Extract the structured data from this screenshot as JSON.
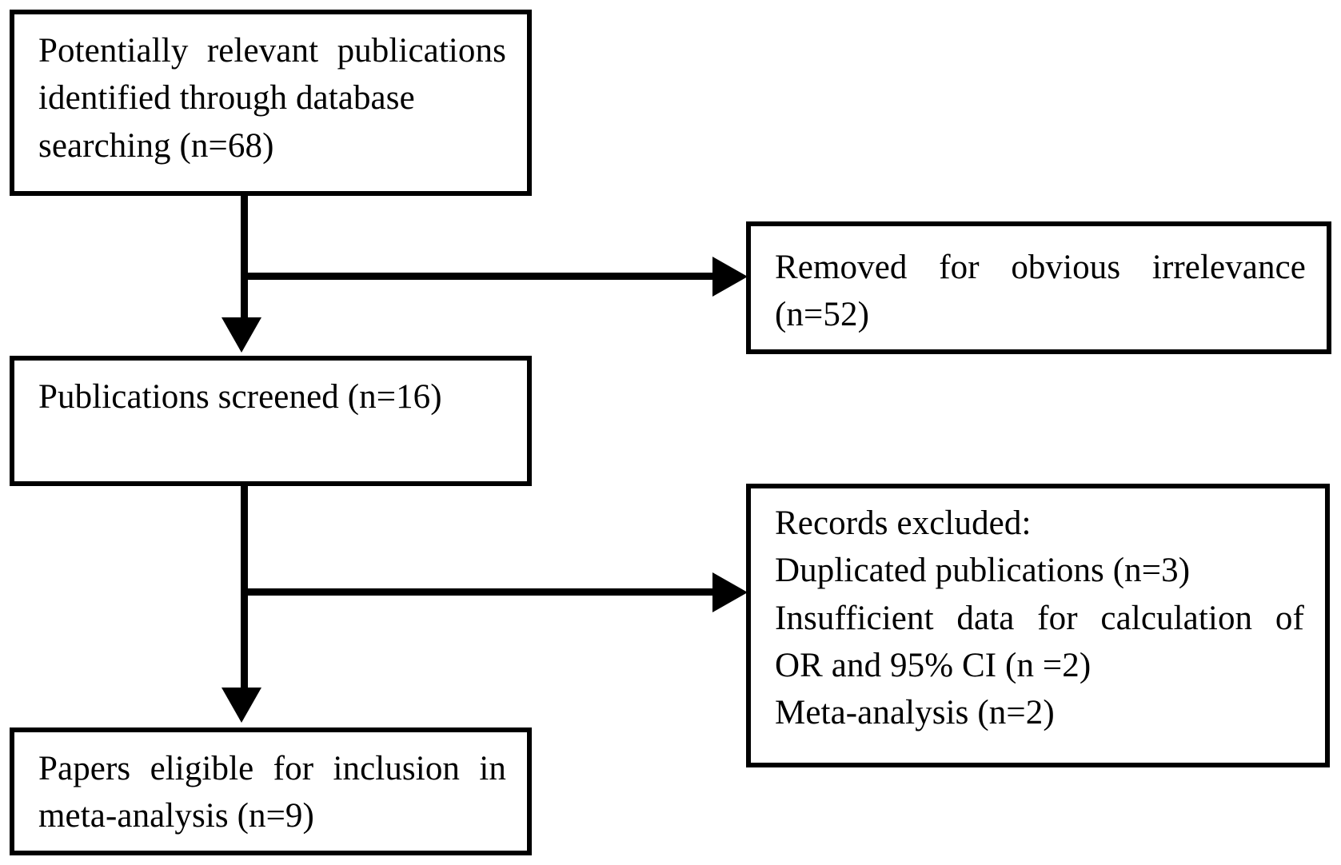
{
  "diagram": {
    "type": "prisma-flow-diagram",
    "title": "",
    "colors": {
      "stroke": "#000000",
      "background": "#ffffff",
      "text": "#000000"
    },
    "boxes": {
      "identified": {
        "id": "identified",
        "lines": [
          "Potentially  relevant  publications",
          "identified through database",
          "searching (n=68)"
        ],
        "justified_line": {
          "words": [
            "Potentially",
            "relevant",
            "publications"
          ]
        },
        "count_label": "n=68",
        "count_value": 68
      },
      "removed": {
        "id": "removed",
        "lines": [
          "Removed  for  obvious  irrelevance",
          "(n=52)"
        ],
        "justified_line": {
          "words": [
            "Removed",
            "for",
            "obvious",
            "irrelevance"
          ]
        },
        "count_label": "n=52",
        "count_value": 52
      },
      "screened": {
        "id": "screened",
        "lines": [
          "Publications screened (n=16)"
        ],
        "count_label": "n=16",
        "count_value": 16
      },
      "excluded": {
        "id": "excluded",
        "lines": [
          "Records excluded:",
          "Duplicated publications (n=3)",
          "Insufficient  data  for  calculation  of",
          "OR and 95%  CI (n =2)",
          "Meta-analysis (n=2)"
        ],
        "justified_line": {
          "words": [
            "Insufficient",
            "data",
            "for",
            "calculation",
            "of"
          ]
        },
        "reasons": [
          {
            "label": "Duplicated publications",
            "count_label": "n=3",
            "count_value": 3
          },
          {
            "label": "Insufficient data for calculation of OR and 95% CI",
            "count_label": "n =2",
            "count_value": 2
          },
          {
            "label": "Meta-analysis",
            "count_label": "n=2",
            "count_value": 2
          }
        ]
      },
      "eligible": {
        "id": "eligible",
        "lines": [
          "Papers  eligible  for  inclusion  in",
          "meta-analysis (n=9)"
        ],
        "justified_line": {
          "words": [
            "Papers",
            "eligible",
            "for",
            "inclusion",
            "in"
          ]
        },
        "count_label": "n=9",
        "count_value": 9
      }
    },
    "connectors": [
      {
        "id": "identified-to-screened",
        "from": "identified",
        "to": "screened",
        "direction": "down",
        "arrowhead": "down-arrowhead"
      },
      {
        "id": "identified-to-removed",
        "from": "identified",
        "to": "removed",
        "direction": "right",
        "arrowhead": "right-arrowhead"
      },
      {
        "id": "screened-to-eligible",
        "from": "screened",
        "to": "eligible",
        "direction": "down",
        "arrowhead": "down-arrowhead"
      },
      {
        "id": "screened-to-excluded",
        "from": "screened",
        "to": "excluded",
        "direction": "right",
        "arrowhead": "right-arrowhead"
      }
    ]
  }
}
